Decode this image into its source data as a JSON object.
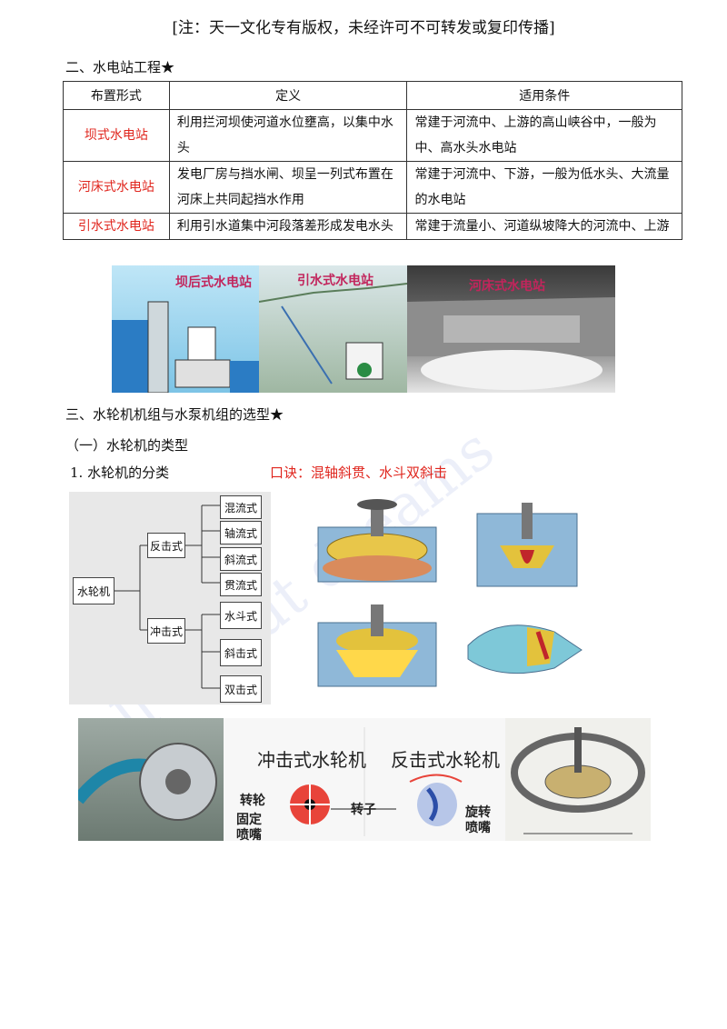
{
  "notice": "[注：天一文化专有版权，未经许可不可转发或复印传播]",
  "section2": {
    "title": "二、水电站工程★",
    "table": {
      "headers": [
        "布置形式",
        "定义",
        "适用条件"
      ],
      "rows": [
        {
          "type": "坝式水电站",
          "definition": "利用拦河坝使河道水位壅高，以集中水头",
          "conditions": "常建于河流中、上游的高山峡谷中，一般为中、高水头水电站"
        },
        {
          "type": "河床式水电站",
          "definition": "发电厂房与挡水闸、坝呈一列式布置在河床上共同起挡水作用",
          "conditions": "常建于河流中、下游，一般为低水头、大流量的水电站"
        },
        {
          "type": "引水式水电站",
          "definition": "利用引水道集中河段落差形成发电水头",
          "conditions": "常建于流量小、河道纵坡降大的河流中、上游"
        }
      ]
    },
    "photos": [
      {
        "caption": "坝后式水电站"
      },
      {
        "caption": "引水式水电站"
      },
      {
        "caption": "河床式水电站"
      }
    ]
  },
  "section3": {
    "title": "三、水轮机机组与水泵机组的选型★",
    "subtitle": "（一）水轮机的类型",
    "item1": "1. 水轮机的分类",
    "mnemonic": "口诀：混轴斜贯、水斗双斜击",
    "tree": {
      "root": "水轮机",
      "reaction": "反击式",
      "impulse": "冲击式",
      "reaction_children": [
        "混流式",
        "轴流式",
        "斜流式",
        "贯流式"
      ],
      "impulse_children": [
        "水斗式",
        "斜击式",
        "双击式"
      ]
    },
    "diagram": {
      "impulse_title": "冲击式水轮机",
      "reaction_title": "反击式水轮机",
      "runner_label": "转轮",
      "nozzle_label": "固定喷嘴",
      "rotor_label": "转子",
      "rotating_nozzle_label": "旋转喷嘴"
    }
  },
  "colors": {
    "accent_red": "#e0261e",
    "caption_pink": "#c2255c"
  }
}
